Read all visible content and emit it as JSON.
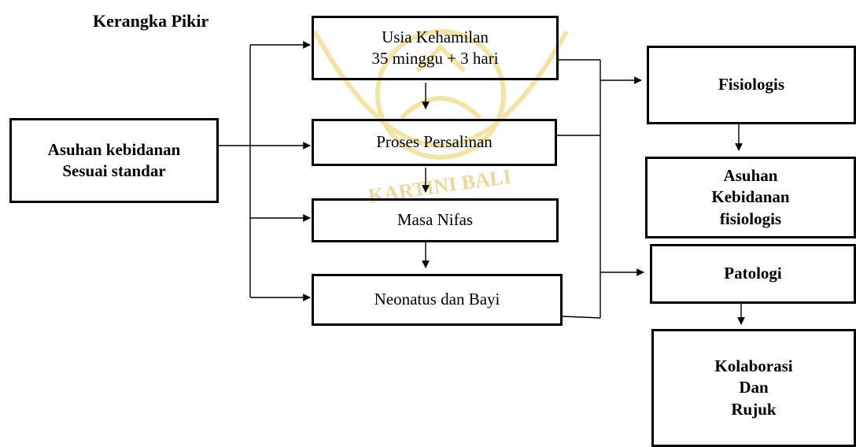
{
  "title": "Kerangka Pikir",
  "watermark_text": "KARTINI BALI",
  "boxes": {
    "asuhan_standar": [
      "Asuhan kebidanan",
      "Sesuai standar"
    ],
    "usia": [
      "Usia Kehamilan",
      "35 minggu +  3 hari"
    ],
    "proses": [
      "Proses Persalinan"
    ],
    "nifas": [
      "Masa Nifas"
    ],
    "neonatus": [
      "Neonatus dan Bayi"
    ],
    "fisiologis": [
      "Fisiologis"
    ],
    "asuhan_fisiologis": [
      "Asuhan",
      "Kebidanan",
      "fisiologis"
    ],
    "patologi": [
      "Patologi"
    ],
    "kolaborasi": [
      "Kolaborasi",
      "Dan",
      "Rujuk"
    ]
  },
  "colors": {
    "stroke": "#000000",
    "watermark": "#F2E3A6",
    "background": "#FFFFFF"
  }
}
